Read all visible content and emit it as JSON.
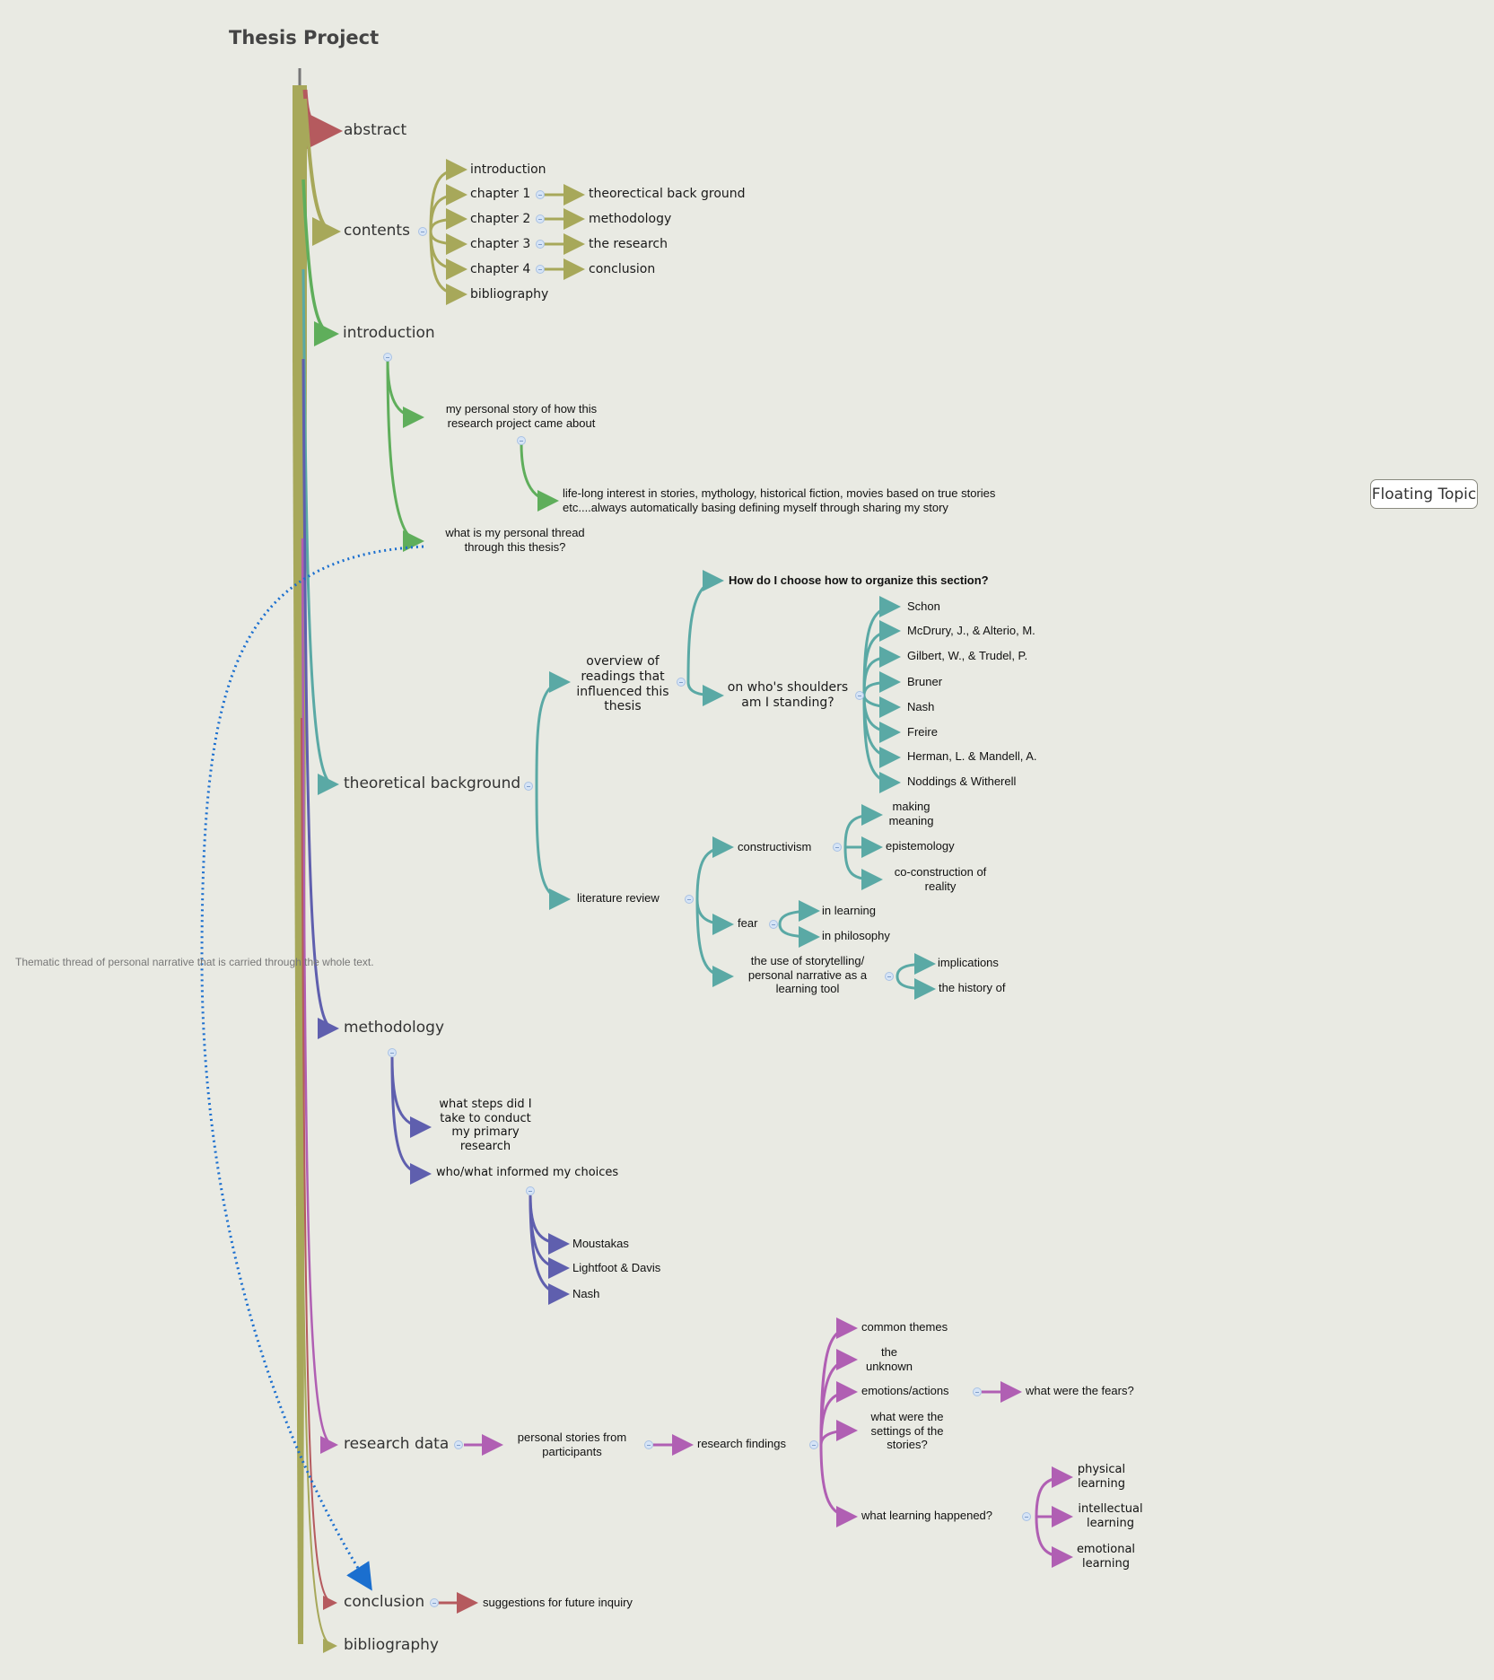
{
  "map": {
    "title": "Thesis Project",
    "floating_topic": "Floating Topic",
    "relationship_note": "Thematic thread of personal narrative that is carried through the whole text.",
    "colors": {
      "background": "#e9eae3",
      "trunk": "#a7a85a",
      "abstract": "#b55a5e",
      "contents": "#a7a85a",
      "introduction": "#5fae5b",
      "theoretical_background": "#5aa9a5",
      "methodology": "#5f5fae",
      "research_data": "#b05fb3",
      "conclusion": "#b55a5e",
      "bibliography": "#a7a85a",
      "relationship": "#1b6fcf"
    },
    "branches": {
      "abstract": {
        "label": "abstract"
      },
      "contents": {
        "label": "contents",
        "children": [
          {
            "label": "introduction"
          },
          {
            "label": "chapter 1",
            "child": "theorectical back ground"
          },
          {
            "label": "chapter 2",
            "child": "methodology"
          },
          {
            "label": "chapter 3",
            "child": "the research"
          },
          {
            "label": "chapter 4",
            "child": "conclusion"
          },
          {
            "label": "bibliography"
          }
        ]
      },
      "introduction": {
        "label": "introduction",
        "children": [
          {
            "label": "my personal story of how this\nresearch project came about",
            "child": "life-long interest in stories, mythology, historical fiction, movies based on true stories\netc....always automatically basing defining myself through sharing my story"
          },
          {
            "label": "what is my personal thread\nthrough this thesis?"
          }
        ]
      },
      "theoretical_background": {
        "label": "theoretical background",
        "overview": {
          "label": "overview of\nreadings that\ninfluenced this\nthesis",
          "question": "How do I choose how to organize this section?",
          "shoulders": {
            "label": "on who's shoulders\nam I standing?",
            "children": [
              "Schon",
              "McDrury, J., & Alterio, M.",
              "Gilbert, W., & Trudel, P.",
              "Bruner",
              "Nash",
              "Freire",
              "Herman, L. & Mandell, A.",
              "Noddings & Witherell"
            ]
          }
        },
        "literature_review": {
          "label": "literature review",
          "constructivism": {
            "label": "constructivism",
            "children": [
              "making\nmeaning",
              "epistemology",
              "co-construction of\nreality"
            ]
          },
          "fear": {
            "label": "fear",
            "children": [
              "in learning",
              "in philosophy"
            ]
          },
          "storytelling": {
            "label": "the use of storytelling/\npersonal narrative as a\nlearning tool",
            "children": [
              "implications",
              "the history of"
            ]
          }
        }
      },
      "methodology": {
        "label": "methodology",
        "steps": "what steps did I\ntake to conduct\nmy primary\nresearch",
        "informed": {
          "label": "who/what informed my choices",
          "children": [
            "Moustakas",
            "Lightfoot & Davis",
            "Nash"
          ]
        }
      },
      "research_data": {
        "label": "research data",
        "stories": "personal stories from\nparticipants",
        "findings": {
          "label": "research findings",
          "common_themes": "common themes",
          "unknown": "the\nunknown",
          "emotions": {
            "label": "emotions/actions",
            "child": "what were the fears?"
          },
          "settings": "what were the\nsettings of the\nstories?",
          "learning": {
            "label": "what learning happened?",
            "children": [
              "physical\nlearning",
              "intellectual\nlearning",
              "emotional\nlearning"
            ]
          }
        }
      },
      "conclusion": {
        "label": "conclusion",
        "child": "suggestions for future inquiry"
      },
      "bibliography": {
        "label": "bibliography"
      }
    }
  }
}
